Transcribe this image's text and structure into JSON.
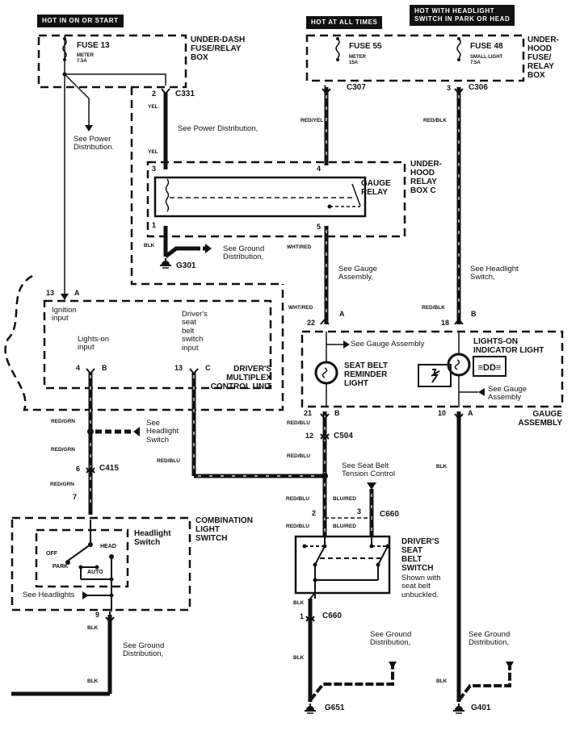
{
  "diagram": {
    "headers": {
      "hot_on_start": "HOT IN ON OR START",
      "hot_all_times": "HOT AT ALL TIMES",
      "hot_headlight_line1": "HOT WITH HEADLIGHT",
      "hot_headlight_line2": "SWITCH IN PARK OR HEAD"
    },
    "under_dash_box": {
      "title_line1": "UNDER-DASH",
      "title_line2": "FUSE/RELAY",
      "title_line3": "BOX",
      "fuse": {
        "name": "FUSE 13",
        "circuit": "METER",
        "rating": "7.5A"
      }
    },
    "under_hood_box": {
      "title_line1": "UNDER-",
      "title_line2": "HOOD",
      "title_line3": "FUSE/",
      "title_line4": "RELAY",
      "title_line5": "BOX",
      "fuse_a": {
        "name": "FUSE 55",
        "circuit": "METER",
        "rating": "15A"
      },
      "fuse_b": {
        "name": "FUSE 48",
        "circuit": "SMALL LIGHT",
        "rating": "7.5A"
      }
    },
    "connectors": {
      "c331": {
        "pin": "2",
        "name": "C331"
      },
      "c307": {
        "pin": "1",
        "name": "C307"
      },
      "c306": {
        "pin": "3",
        "name": "C306"
      },
      "c415": {
        "pin_top": "6",
        "name": "C415",
        "pin_bottom": "7"
      },
      "c504": {
        "pin": "12",
        "name": "C504"
      },
      "c660_top": {
        "pin_left": "2",
        "pin_right": "3",
        "name": "C660"
      },
      "c660_bottom": {
        "pin": "1",
        "name": "C660"
      }
    },
    "relay_box": {
      "title_line1": "UNDER-",
      "title_line2": "HOOD",
      "title_line3": "RELAY",
      "title_line4": "BOX C",
      "relay_line1": "GAUGE",
      "relay_line2": "RELAY",
      "pin_3": "3",
      "pin_4": "4",
      "pin_1": "1",
      "pin_5": "5"
    },
    "multiplex_unit": {
      "title_line1": "DRIVER'S",
      "title_line2": "MULTIPLEX",
      "title_line3": "CONTROL UNIT",
      "pin_a_num": "13",
      "pin_a_letter": "A",
      "ignition_input_line1": "Ignition",
      "ignition_input_line2": "input",
      "lights_on_line1": "Lights-on",
      "lights_on_line2": "input",
      "seatbelt_line1": "Driver's",
      "seatbelt_line2": "seat",
      "seatbelt_line3": "belt",
      "seatbelt_line4": "switch",
      "seatbelt_line5": "input",
      "pin_b_num": "4",
      "pin_b_letter": "B",
      "pin_c_num": "13",
      "pin_c_letter": "C"
    },
    "gauge_assembly": {
      "title_line1": "GAUGE",
      "title_line2": "ASSEMBLY",
      "pin_22": "22",
      "pin_22_letter": "A",
      "pin_18": "18",
      "pin_18_letter": "B",
      "pin_21": "21",
      "pin_21_letter": "B",
      "pin_10": "10",
      "pin_10_letter": "A",
      "seatbelt_light_line1": "SEAT BELT",
      "seatbelt_light_line2": "REMINDER",
      "seatbelt_light_line3": "LIGHT",
      "lights_on_line1": "LIGHTS-ON",
      "lights_on_line2": "INDICATOR LIGHT",
      "see_gauge_assembly": "See Gauge Assembly",
      "see_gauge_assembly2_line1": "See Gauge",
      "see_gauge_assembly2_line2": "Assembly"
    },
    "combination_switch": {
      "title_line1": "COMBINATION",
      "title_line2": "LIGHT",
      "title_line3": "SWITCH",
      "inner_line1": "Headlight",
      "inner_line2": "Switch",
      "pos_off": "OFF",
      "pos_park": "PARK",
      "pos_auto": "AUTO",
      "pos_head": "HEAD",
      "see_headlights": "See Headlights",
      "pin_9": "9"
    },
    "seat_belt_switch": {
      "title_line1": "DRIVER'S",
      "title_line2": "SEAT",
      "title_line3": "BELT",
      "title_line4": "SWITCH",
      "note_line1": "Shown with",
      "note_line2": "seat belt",
      "note_line3": "unbuckled."
    },
    "wire_colors": {
      "yel": "YEL",
      "blk": "BLK",
      "red_yel": "RED/YEL",
      "red_blk": "RED/BLK",
      "wht_red": "WHT/RED",
      "red_grn": "RED/GRN",
      "red_blu": "RED/BLU",
      "blu_red": "BLU/RED"
    },
    "notes": {
      "see_power_dist_line1": "See Power",
      "see_power_dist_line2": "Distribution.",
      "see_power_dist_inline": "See  Power Distribution,",
      "see_ground_line1": "See  Ground",
      "see_ground_line2": "Distribution,",
      "see_gauge_line1": "See Gauge",
      "see_gauge_line2": "Assembly,",
      "see_headlight_line1": "See Headlight",
      "see_headlight_line2": "Switch,",
      "see_headlight3_line1": "See",
      "see_headlight3_line2": "Headlight",
      "see_headlight3_line3": "Switch",
      "see_seatbelt_line1": "See Seat Belt",
      "see_seatbelt_line2": "Tension Control",
      "see_ground_b_line1": "See Ground",
      "see_ground_b_line2": "Distribution,"
    },
    "grounds": {
      "g301": "G301",
      "g651": "G651",
      "g401": "G401"
    }
  }
}
